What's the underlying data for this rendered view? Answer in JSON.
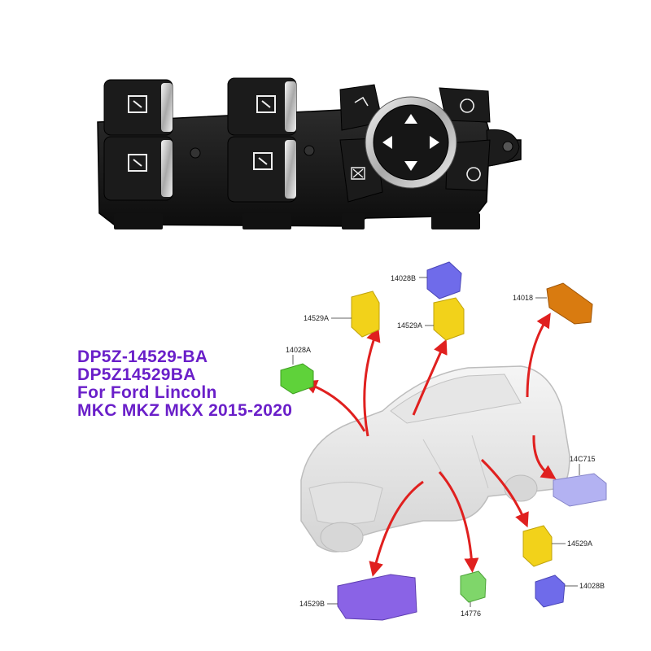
{
  "title_lines": [
    {
      "text": "DP5Z-14529-BA",
      "color": "#6a1fc9"
    },
    {
      "text": "DP5Z14529BA",
      "color": "#6a1fc9"
    },
    {
      "text": "For Ford Lincoln",
      "color": "#6a1fc9"
    },
    {
      "text": "MKC MKZ MKX 2015-2020",
      "color": "#6a1fc9"
    }
  ],
  "part_labels": {
    "top_14028B": "14028B",
    "left_14529A": "14529A",
    "center_14529A": "14529A",
    "top_14018": "14018",
    "green_14028A": "14028A",
    "right_14C715": "14C715",
    "right_14529A": "14529A",
    "right_14028B": "14028B",
    "bottom_14529B": "14529B",
    "bottom_14776": "14776"
  },
  "colors": {
    "title": "#6a1fc9",
    "arrow": "#e0201f",
    "yellow_part": "#f2d21a",
    "purple_part": "#8a63e6",
    "blue_part": "#6f6bea",
    "orange_part": "#d97b10",
    "green_part": "#5fd23a",
    "lavender_part": "#b3b2f2",
    "switch_body": "#1a1a1a",
    "chrome": "#d8d8d8"
  }
}
